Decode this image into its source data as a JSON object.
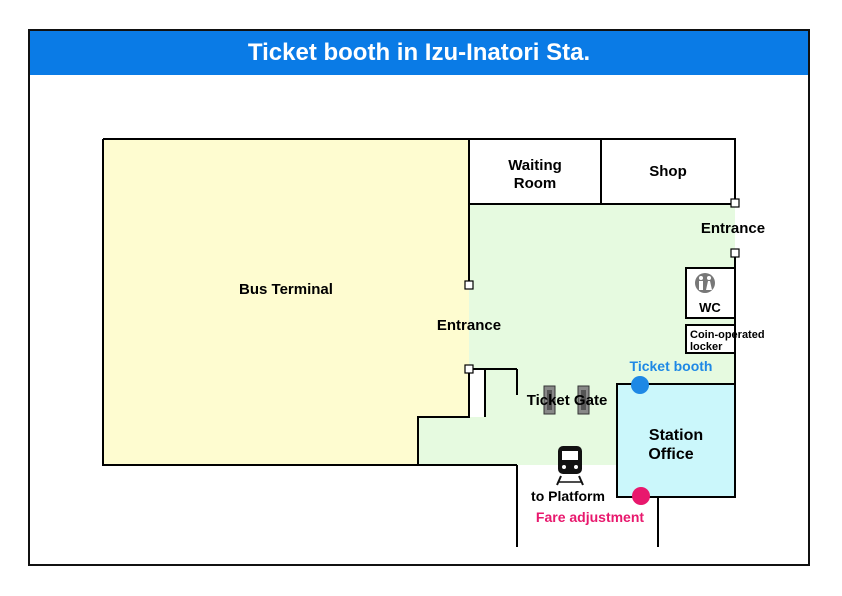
{
  "title": "Ticket booth in Izu-Inatori Sta.",
  "labels": {
    "bus_terminal": "Bus Terminal",
    "waiting_room_line1": "Waiting",
    "waiting_room_line2": "Room",
    "shop": "Shop",
    "entrance_right": "Entrance",
    "entrance_left": "Entrance",
    "wc": "WC",
    "locker_line1": "Coin-operated",
    "locker_line2": "locker",
    "ticket_booth": "Ticket booth",
    "ticket_gate": "Ticket Gate",
    "station_office_line1": "Station",
    "station_office_line2": "Office",
    "to_platform": "to Platform",
    "fare_adjustment": "Fare adjustment"
  },
  "colors": {
    "title_bar": "#0a7be6",
    "bus_terminal_fill": "#fefcd0",
    "concourse_fill": "#e6fae0",
    "station_office_fill": "#cbf7fb",
    "ticket_booth_marker": "#1e88e5",
    "fare_adjustment_marker": "#e8186d",
    "ticket_booth_text": "#1e88e5",
    "fare_adjustment_text": "#e8186d"
  },
  "icons": [
    "toilet-icon",
    "train-icon",
    "ticket-gate-icon"
  ]
}
